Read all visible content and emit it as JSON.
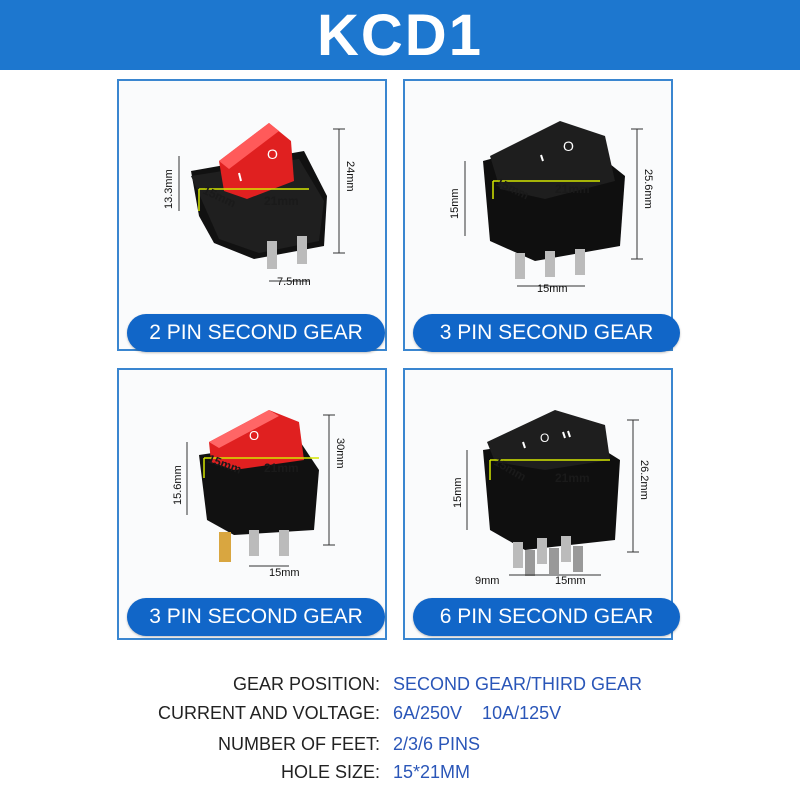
{
  "title": "KCD1",
  "panels": [
    {
      "label": "2 PIN SECOND GEAR",
      "dims": [
        "24mm",
        "13.3mm",
        "15mm",
        "21mm",
        "7.5mm"
      ],
      "color": "#e11f1f"
    },
    {
      "label": "3 PIN SECOND GEAR",
      "dims": [
        "25.6mm",
        "15mm",
        "15mm",
        "21mm",
        "15mm"
      ],
      "color": "#1a1a1a"
    },
    {
      "label": "3 PIN SECOND GEAR",
      "dims": [
        "30mm",
        "15.6mm",
        "15mm",
        "21mm",
        "15mm"
      ],
      "color": "#e11f1f"
    },
    {
      "label": "6 PIN SECOND GEAR",
      "dims": [
        "26.2mm",
        "15mm",
        "15mm",
        "21mm",
        "15mm",
        "9mm"
      ],
      "color": "#1a1a1a"
    }
  ],
  "specs": [
    {
      "label": "GEAR POSITION:",
      "value": "SECOND GEAR/THIRD GEAR"
    },
    {
      "label": "CURRENT AND VOLTAGE:",
      "value": "6A/250V    10A/125V"
    },
    {
      "label": "NUMBER OF FEET:",
      "value": "2/3/6 PINS"
    },
    {
      "label": "HOLE SIZE:",
      "value": "15*21MM"
    }
  ]
}
